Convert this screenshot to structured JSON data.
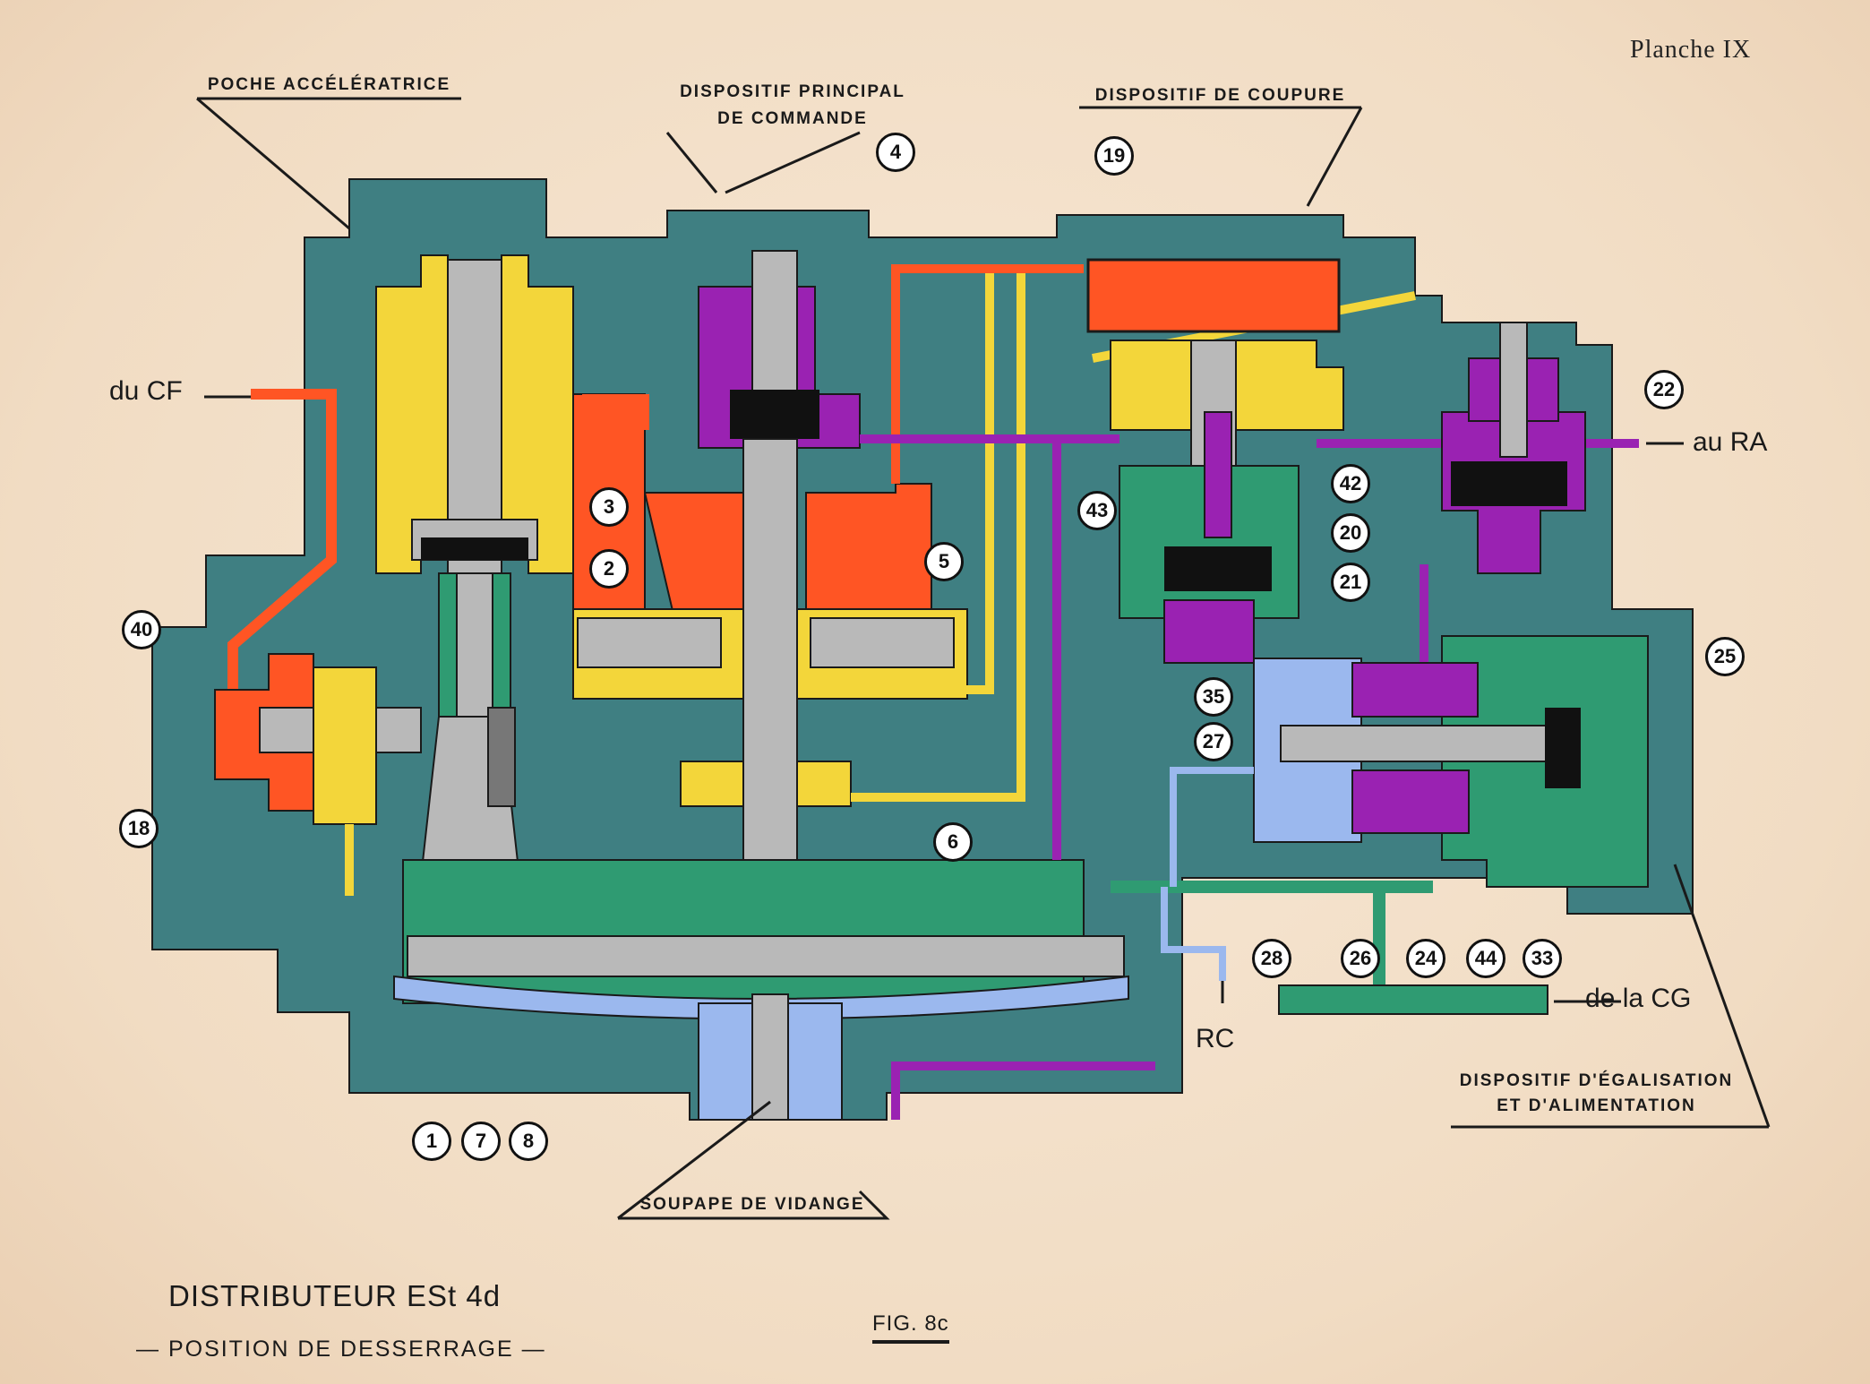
{
  "plate": "Planche IX",
  "section_labels": {
    "poche": "POCHE ACCÉLÉRATRICE",
    "principal_1": "DISPOSITIF PRINCIPAL",
    "principal_2": "DE COMMANDE",
    "coupure": "DISPOSITIF DE COUPURE",
    "egalisation_1": "DISPOSITIF D'ÉGALISATION",
    "egalisation_2": "ET D'ALIMENTATION",
    "vidange": "SOUPAPE DE VIDANGE"
  },
  "connections": {
    "cf": "du CF",
    "ra": "au RA",
    "cg": "de la CG",
    "rc": "RC"
  },
  "callouts": [
    "1",
    "2",
    "3",
    "4",
    "5",
    "6",
    "7",
    "8",
    "18",
    "19",
    "20",
    "21",
    "22",
    "24",
    "25",
    "26",
    "27",
    "28",
    "33",
    "35",
    "40",
    "42",
    "43",
    "44"
  ],
  "title": "DISTRIBUTEUR ESt 4d",
  "subtitle": "— POSITION DE DESSERRAGE —",
  "figure": "FIG. 8c",
  "colors": {
    "body": "#3f7f82",
    "yellow": "#f3d63a",
    "red": "#ff5524",
    "purple": "#9a22b2",
    "green": "#2f9b72",
    "blue": "#9bb8ee",
    "gray": "#b9b9b9"
  }
}
